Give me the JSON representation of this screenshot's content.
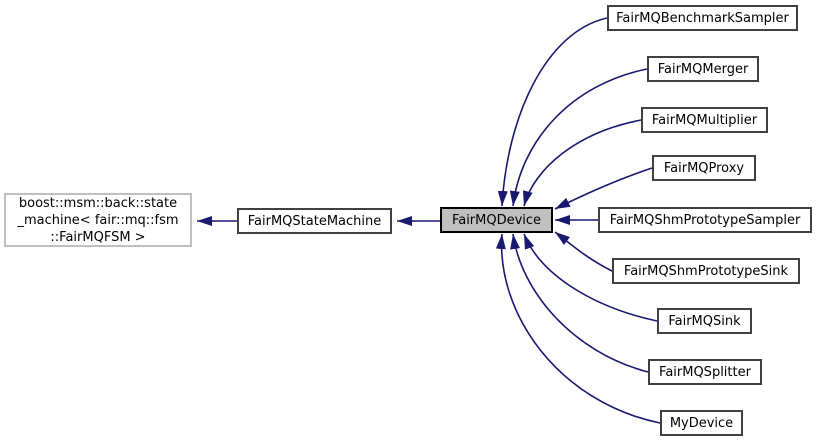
{
  "diagram": {
    "type": "doxygen-inheritance-graph",
    "selected_node": "FairMQDevice",
    "colors": {
      "edge": "#191970",
      "node_fill": "#ffffff",
      "node_border": "#404040",
      "selected_fill": "#bfbfbf",
      "selected_border": "#000000",
      "external_border": "#bfbfbf",
      "text": "#000000",
      "background": "#ffffff"
    }
  },
  "nodes": [
    {
      "id": "boost-msm-back-state-machine",
      "label": "boost::msm::back::state\n_machine< fair::mq::fsm\n::FairMQFSM >",
      "kind": "external-base"
    },
    {
      "id": "fairmq-state-machine",
      "label": "FairMQStateMachine",
      "kind": "base"
    },
    {
      "id": "fairmq-device",
      "label": "FairMQDevice",
      "kind": "selected"
    },
    {
      "id": "fairmq-benchmark-sampler",
      "label": "FairMQBenchmarkSampler",
      "kind": "derived"
    },
    {
      "id": "fairmq-merger",
      "label": "FairMQMerger",
      "kind": "derived"
    },
    {
      "id": "fairmq-multiplier",
      "label": "FairMQMultiplier",
      "kind": "derived"
    },
    {
      "id": "fairmq-proxy",
      "label": "FairMQProxy",
      "kind": "derived"
    },
    {
      "id": "fairmq-shm-prototype-sampler",
      "label": "FairMQShmPrototypeSampler",
      "kind": "derived"
    },
    {
      "id": "fairmq-shm-prototype-sink",
      "label": "FairMQShmPrototypeSink",
      "kind": "derived"
    },
    {
      "id": "fairmq-sink",
      "label": "FairMQSink",
      "kind": "derived"
    },
    {
      "id": "fairmq-splitter",
      "label": "FairMQSplitter",
      "kind": "derived"
    },
    {
      "id": "my-device",
      "label": "MyDevice",
      "kind": "derived"
    }
  ],
  "edges": [
    {
      "from": "fairmq-state-machine",
      "to": "boost-msm-back-state-machine"
    },
    {
      "from": "fairmq-device",
      "to": "fairmq-state-machine"
    },
    {
      "from": "fairmq-benchmark-sampler",
      "to": "fairmq-device"
    },
    {
      "from": "fairmq-merger",
      "to": "fairmq-device"
    },
    {
      "from": "fairmq-multiplier",
      "to": "fairmq-device"
    },
    {
      "from": "fairmq-proxy",
      "to": "fairmq-device"
    },
    {
      "from": "fairmq-shm-prototype-sampler",
      "to": "fairmq-device"
    },
    {
      "from": "fairmq-shm-prototype-sink",
      "to": "fairmq-device"
    },
    {
      "from": "fairmq-sink",
      "to": "fairmq-device"
    },
    {
      "from": "fairmq-splitter",
      "to": "fairmq-device"
    },
    {
      "from": "my-device",
      "to": "fairmq-device"
    }
  ]
}
